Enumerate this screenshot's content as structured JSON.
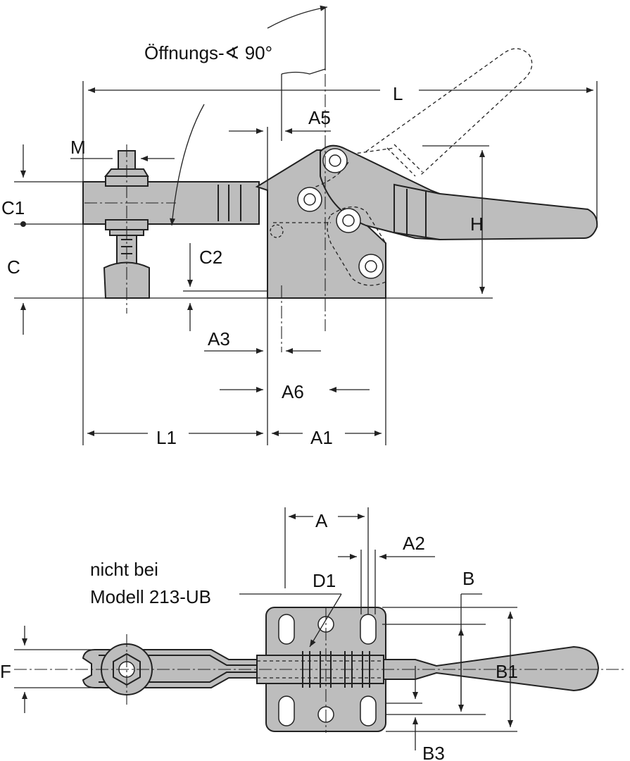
{
  "side_view": {
    "opening_label": "Öffnungs-∢ 90°",
    "dims": {
      "L": "L",
      "M": "M",
      "A5": "A5",
      "C1": "C1",
      "C": "C",
      "C2": "C2",
      "H": "H",
      "A3": "A3",
      "A6": "A6",
      "L1": "L1",
      "A1": "A1"
    }
  },
  "top_view": {
    "note_line1": "nicht bei",
    "note_line2": "Modell 213-UB",
    "dims": {
      "A": "A",
      "A2": "A2",
      "D1": "D1",
      "B": "B",
      "F": "F",
      "B1": "B1",
      "B3": "B3"
    }
  }
}
